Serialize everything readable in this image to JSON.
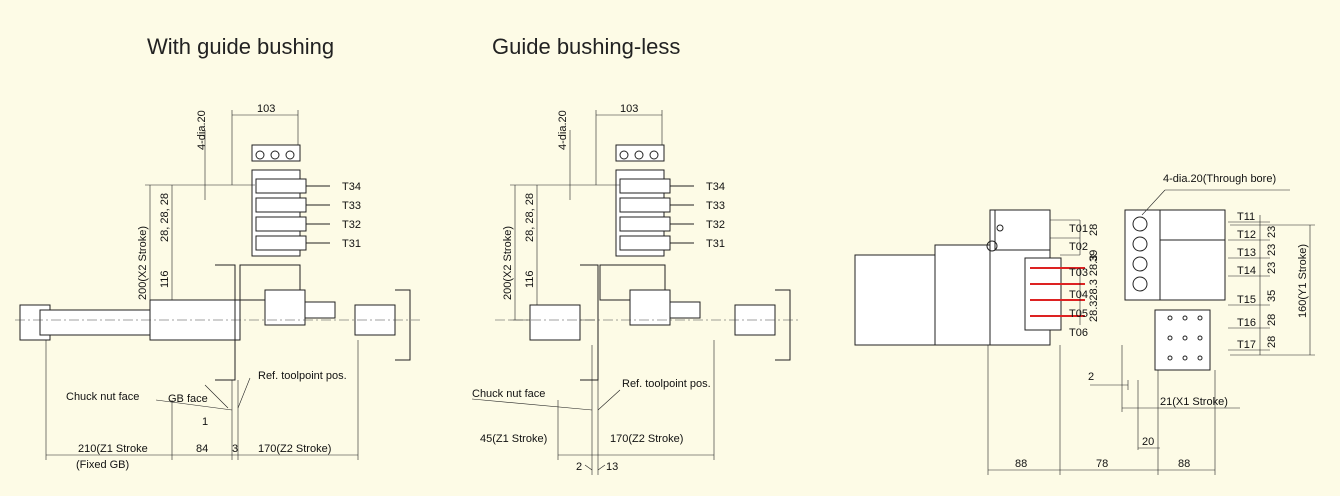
{
  "titles": {
    "with_gb": "With guide bushing",
    "gb_less": "Guide bushing-less"
  },
  "labels": {
    "left": {
      "dim_top": "103",
      "dia_label": "4-dia.20",
      "t34": "T34",
      "t33": "T33",
      "t32": "T32",
      "t31": "T31",
      "dim_pitch": "28, 28, 28",
      "dim_116": "116",
      "x2_stroke": "200(X2 Stroke)",
      "ref_toolpoint": "Ref. toolpoint pos.",
      "gb_face": "GB face",
      "chuck_nut_face": "Chuck nut face",
      "dim_1": "1",
      "z1_stroke": "210(Z1 Stroke",
      "dim_84": "84",
      "dim_3": "3",
      "z2_stroke": "170(Z2 Stroke)",
      "fixed_gb": "(Fixed GB)"
    },
    "mid": {
      "dim_top": "103",
      "dia_label": "4-dia.20",
      "t34": "T34",
      "t33": "T33",
      "t32": "T32",
      "t31": "T31",
      "dim_pitch": "28, 28, 28",
      "dim_116": "116",
      "x2_stroke": "200(X2 Stroke)",
      "ref_toolpoint": "Ref. toolpoint pos.",
      "chuck_nut_face": "Chuck nut face",
      "z1_stroke": "45(Z1 Stroke)",
      "z2_stroke": "170(Z2 Stroke)",
      "dim_2": "2",
      "dim_13": "13"
    },
    "right": {
      "through_bore": "4-dia.20(Through bore)",
      "t01": "T01",
      "t02": "T02",
      "t03": "T03",
      "t04": "T04",
      "t05": "T05",
      "t06": "T06",
      "dim_28a": "28",
      "dim_39": "39",
      "dim_stack": "28.328.3 28.3",
      "t11": "T11",
      "t12": "T12",
      "t13": "T13",
      "t14": "T14",
      "t15": "T15",
      "t16": "T16",
      "t17": "T17",
      "dim_23a": "23",
      "dim_23b": "23",
      "dim_23c": "23",
      "dim_35": "35",
      "dim_28b": "28",
      "dim_28c": "28",
      "y1_stroke": "160(Y1 Stroke)",
      "dim_2": "2",
      "x1_stroke": "21(X1 Stroke)",
      "dim_20": "20",
      "dim_88a": "88",
      "dim_78": "78",
      "dim_88b": "88"
    }
  }
}
